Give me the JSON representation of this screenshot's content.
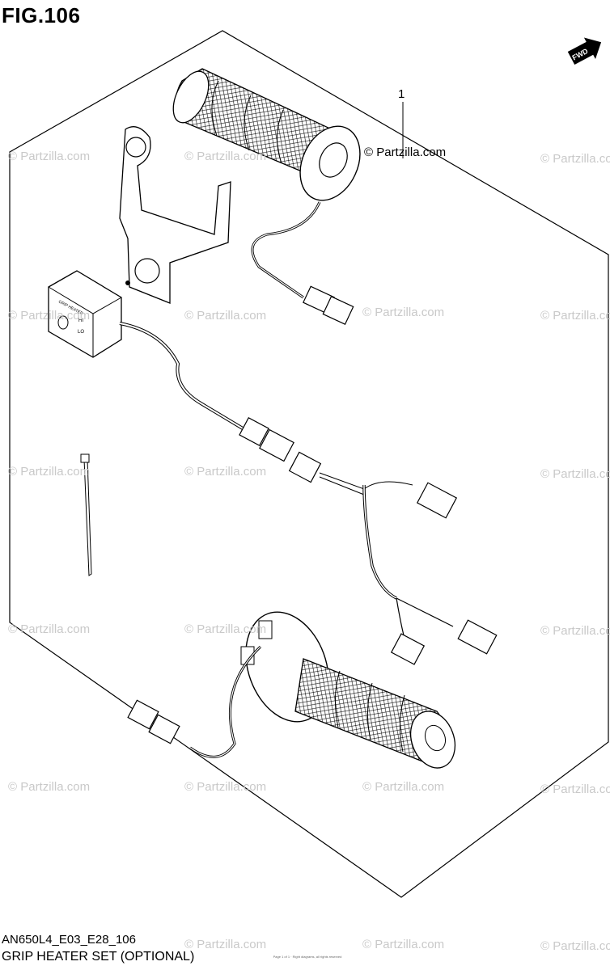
{
  "figure": {
    "title": "FIG.106",
    "ref_code": "AN650L4_E03_E28_106",
    "caption": "GRIP HEATER SET (OPTIONAL)"
  },
  "callouts": [
    {
      "number": "1"
    }
  ],
  "copyright": "© Partzilla.com",
  "fwd_label": "FWD",
  "switch_labels": {
    "brand": "GRIP HEATER",
    "hi": "HI",
    "lo": "LO"
  },
  "watermark_text": "© Partzilla.com",
  "fine_print": "Page 1 of 1 · Right diagrams, all rights reserved",
  "colors": {
    "line": "#000000",
    "watermark": "#c9c9c9",
    "background": "#ffffff"
  }
}
